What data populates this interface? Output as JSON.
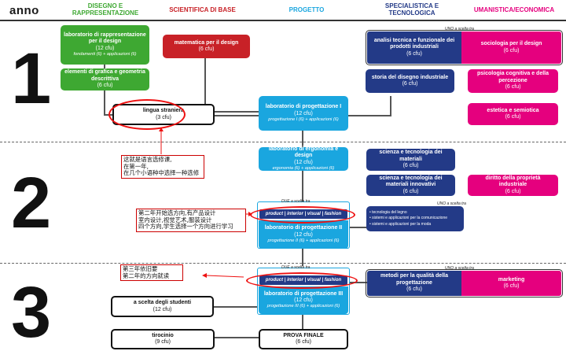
{
  "header": {
    "anno": "anno",
    "columns": [
      {
        "label": "DISEGNO E RAPPRESENTAZIONE",
        "color": "#3ea832"
      },
      {
        "label": "SCIENTIFICA DI BASE",
        "color": "#c82127"
      },
      {
        "label": "PROGETTO",
        "color": "#1aa6df"
      },
      {
        "label": "SPECIALISTICA E TECNOLOGICA",
        "color": "#233a87"
      },
      {
        "label": "UMANISTICA/ECONOMICA",
        "color": "#e5007e"
      }
    ]
  },
  "years": [
    "1",
    "2",
    "3"
  ],
  "year1": {
    "lab_rappr": {
      "title": "laboratorio di rappresentazione per il design",
      "cfu": "(12 cfu)",
      "sub": "fondamenti (6) + applicazioni (6)"
    },
    "grafica": {
      "title": "elementi di grafica e geometria descrittiva",
      "cfu": "(6 cfu)"
    },
    "matematica": {
      "title": "matematica per il design",
      "cfu": "(6 cfu)"
    },
    "lingua": {
      "title": "lingua straniera",
      "cfu": "(3 cfu)"
    },
    "lab_prog1": {
      "title": "laboratorio di progettazione I",
      "cfu": "(12 cfu)",
      "sub": "progettazione I (6) + applicazioni (6)"
    },
    "group_label": "UNO a scelta tra",
    "analisi": {
      "title": "analisi tecnica e funzionale dei prodotti industriali",
      "cfu": "(6 cfu)"
    },
    "sociologia": {
      "title": "sociologia per il design",
      "cfu": "(6 cfu)"
    },
    "storia": {
      "title": "storia del disegno industriale",
      "cfu": "(6 cfu)"
    },
    "psicologia": {
      "title": "psicologia cognitiva e della percezione",
      "cfu": "(6 cfu)"
    },
    "estetica": {
      "title": "estetica e semiotica",
      "cfu": "(6 cfu)"
    }
  },
  "year2": {
    "ergonomia": {
      "title": "laboratorio di ergonomia e design",
      "cfu": "(12 cfu)",
      "sub": "ergonomia (6) + applicazioni (6)"
    },
    "sci_tec": {
      "title": "scienza e tecnologia dei materiali",
      "cfu": "(6 cfu)"
    },
    "sci_tec_innov": {
      "title": "scienza e tecnologia dei materiali innovativi",
      "cfu": "(6 cfu)"
    },
    "diritto": {
      "title": "diritto della proprietà industriale",
      "cfu": "(6 cfu)"
    },
    "due_label": "DUE a scelta tra",
    "tracks": "product | interior | visual | fashion",
    "lab_prog2": {
      "title": "laboratorio di progettazione II",
      "cfu": "(12 cfu)",
      "sub": "progettazione II (6) + applicazioni (6)"
    },
    "uno_label": "UNO a scelta tra",
    "options": [
      "• tecnologia del legno",
      "• sistemi e applicazioni per la comunicazione",
      "• sistemi e applicazioni per la moda"
    ]
  },
  "year3": {
    "due_label": "DUE a scelta tra",
    "tracks": "product | interior | visual | fashion",
    "lab_prog3": {
      "title": "laboratorio di progettazione III",
      "cfu": "(12 cfu)",
      "sub": "progettazione III (6) + applicazioni (6)"
    },
    "scelta": {
      "title": "a scelta degli studenti",
      "cfu": "(12 cfu)"
    },
    "tirocinio": {
      "title": "tirocinio",
      "cfu": "(9 cfu)"
    },
    "prova": {
      "title": "PROVA FINALE",
      "cfu": "(6 cfu)"
    },
    "uno_label": "UNO a scelta tra",
    "metodi": {
      "title": "metodi per la qualità della progettazione",
      "cfu": "(6 cfu)"
    },
    "marketing": {
      "title": "marketing",
      "cfu": "(6 cfu)"
    }
  },
  "notes": {
    "n1": [
      "这就是语言选修课,",
      "在第一年,",
      "在几个小语种中选择一种选修"
    ],
    "n2": [
      "第二年开始选方向,有产品设计",
      "室内设计,视觉艺术,服装设计",
      "四个方向,学生选择一个方向进行学习"
    ],
    "n3": [
      "第三年依旧要",
      "第二年的方向就读"
    ]
  }
}
